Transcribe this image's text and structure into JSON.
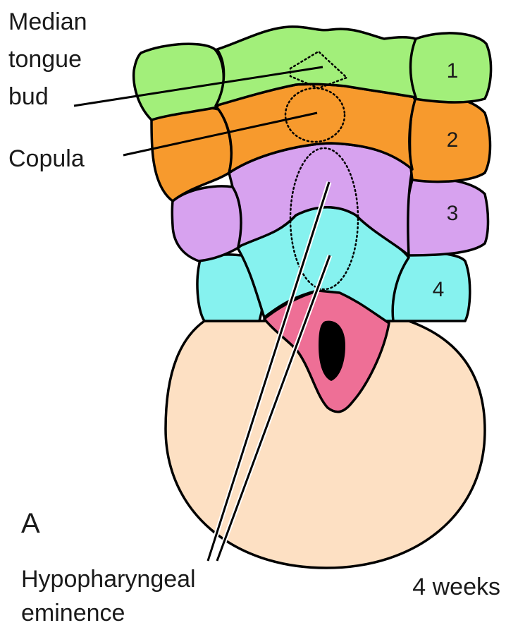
{
  "labels": {
    "median_tongue_bud": [
      "Median",
      "tongue",
      "bud"
    ],
    "copula": "Copula",
    "hypopharyngeal_eminence": [
      "Hypopharyngeal",
      "eminence"
    ],
    "panel_letter": "A",
    "age": "4 weeks"
  },
  "arch_numbers": [
    "1",
    "2",
    "3",
    "4"
  ],
  "colors": {
    "arch1": "#a2ef7a",
    "arch2": "#f79a2d",
    "arch3": "#d7a2ef",
    "arch4": "#86f2ef",
    "epiglottis_region": "#ee6f96",
    "laryngeal_orifice": "#000000",
    "pharynx_floor": "#fde0c3"
  }
}
